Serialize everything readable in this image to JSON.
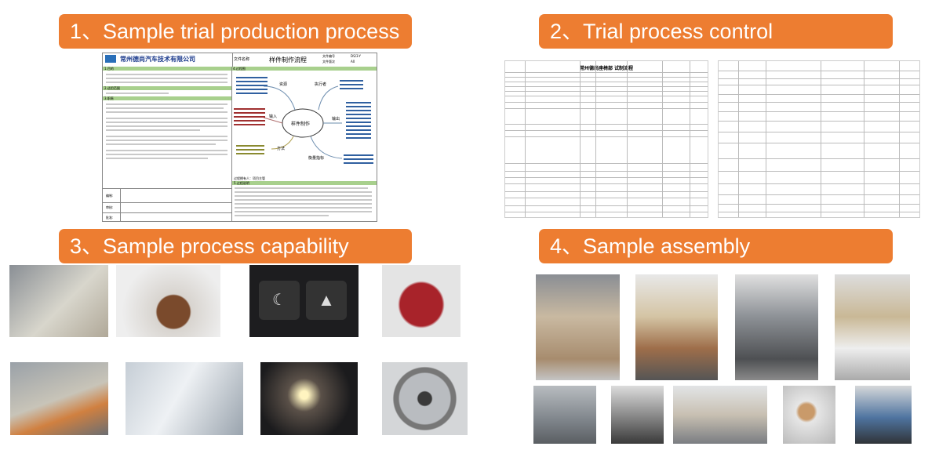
{
  "sections": [
    {
      "title": "1、Sample trial production process"
    },
    {
      "title": "2、Trial process control"
    },
    {
      "title": "3、Sample process capability"
    },
    {
      "title": "4、Sample assembly"
    }
  ],
  "doc1": {
    "company": "常州德尚汽车技术有限公司",
    "file_name_label": "文件名称",
    "doc_title": "样件制作流程",
    "file_no_label": "文件编号",
    "version_label": "文件版次",
    "file_no": "DS/3-Y",
    "version": "A0",
    "sec_purpose": "1.目的",
    "sec_flow": "4.过程图",
    "sec_scope": "2.适用范围",
    "sec_duty": "3.职责",
    "center": "样件制作",
    "branches": [
      "资源",
      "执行者",
      "输入",
      "输出",
      "方法",
      "衡量指标"
    ],
    "approval": [
      "编制:",
      "审核:",
      "批准:"
    ],
    "footer_note": "过程拥有人：项目主管",
    "sec_process": "5.过程说明"
  },
  "doc2": {
    "title": "常州德尚座椅部 试制流程"
  }
}
